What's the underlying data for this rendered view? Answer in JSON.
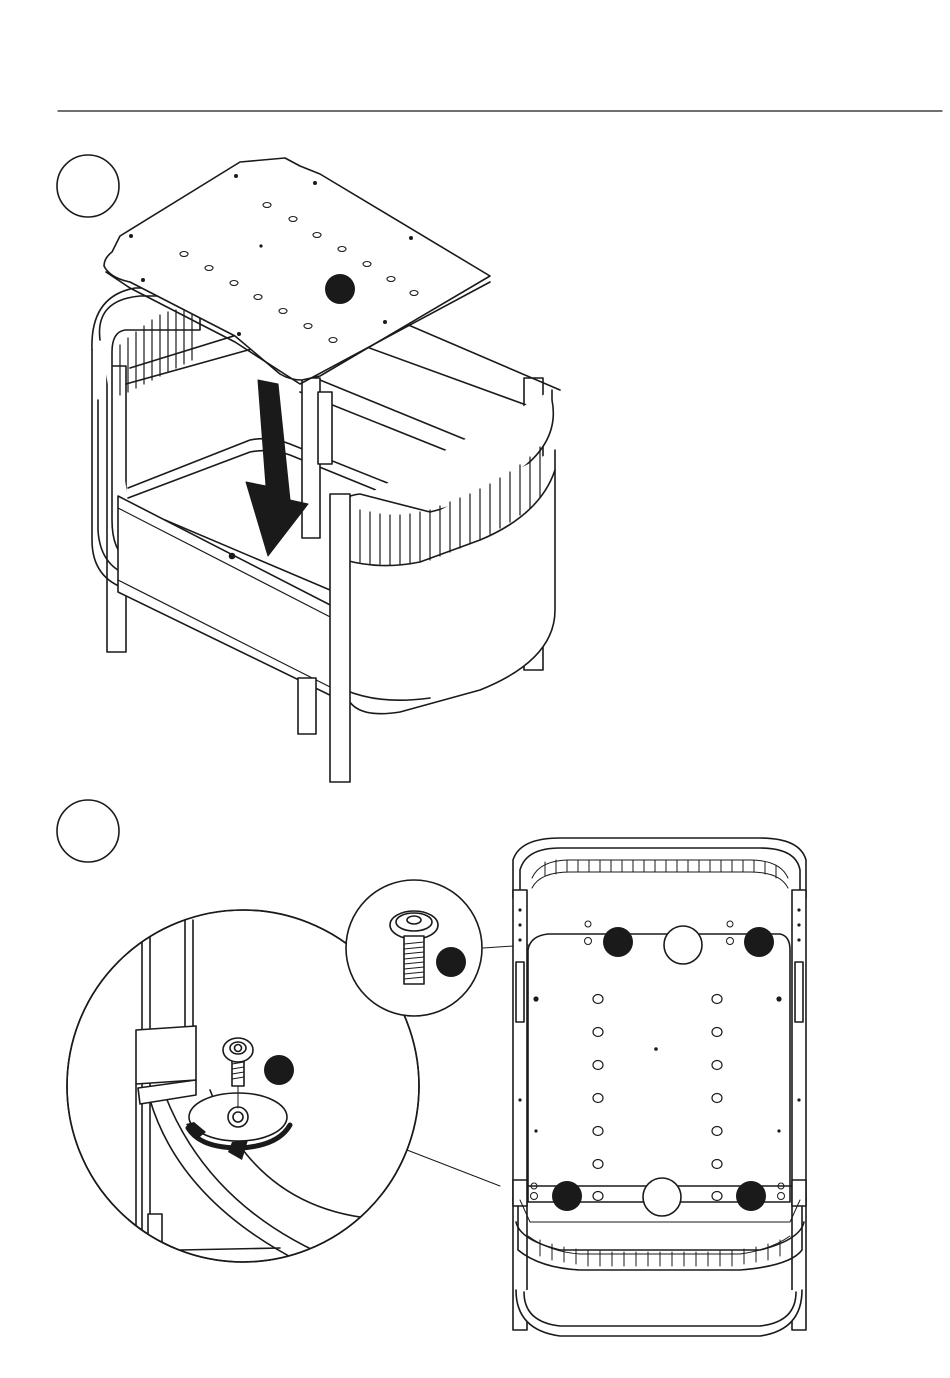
{
  "document": {
    "type": "assembly-instruction-page",
    "colors": {
      "line": "#1a1a1a",
      "fill": "#ffffff",
      "marker": "#1a1a1a"
    }
  },
  "steps": [
    {
      "id": "step-a",
      "step_number": "",
      "illustration": "mattress-base-board-lowered-into-crib-frame",
      "arrow_direction": "down"
    },
    {
      "id": "step-b",
      "step_number": "",
      "illustration": "bolts-fastened-through-base-board-top-view",
      "detail_insets": [
        "bolt-hardware-closeup",
        "bolt-into-corner-tighten-closeup"
      ],
      "fastener_positions": 4,
      "rotation": "clockwise"
    }
  ]
}
